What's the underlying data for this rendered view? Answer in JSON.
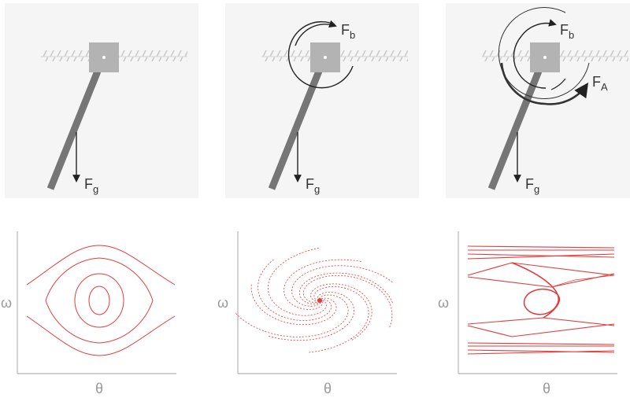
{
  "panels": [
    {
      "id": "free",
      "force_labels": {
        "gravity": {
          "main": "F",
          "sub": "g"
        }
      }
    },
    {
      "id": "damped",
      "force_labels": {
        "gravity": {
          "main": "F",
          "sub": "g"
        },
        "damping": {
          "main": "F",
          "sub": "b"
        }
      }
    },
    {
      "id": "driven",
      "force_labels": {
        "gravity": {
          "main": "F",
          "sub": "g"
        },
        "damping": {
          "main": "F",
          "sub": "b"
        },
        "driving": {
          "main": "F",
          "sub": "A"
        }
      }
    }
  ],
  "phase_plots": {
    "xlabel": "θ",
    "ylabel": "ω",
    "curve_color": "#e23b3b",
    "axis_color": "#b5b5b5",
    "label_color": "#9a9a9a"
  },
  "colors": {
    "panel_bg": "#f4f5f4",
    "rod": "#767676",
    "pivot": "#b3b3b3",
    "ceiling": "#c8c8c8",
    "arrow": "#222222"
  },
  "icons": {
    "pivot": "square-pivot-icon",
    "gravity": "down-arrow-icon",
    "damping": "curved-arrow-icon",
    "driving": "curved-arrow-icon"
  }
}
